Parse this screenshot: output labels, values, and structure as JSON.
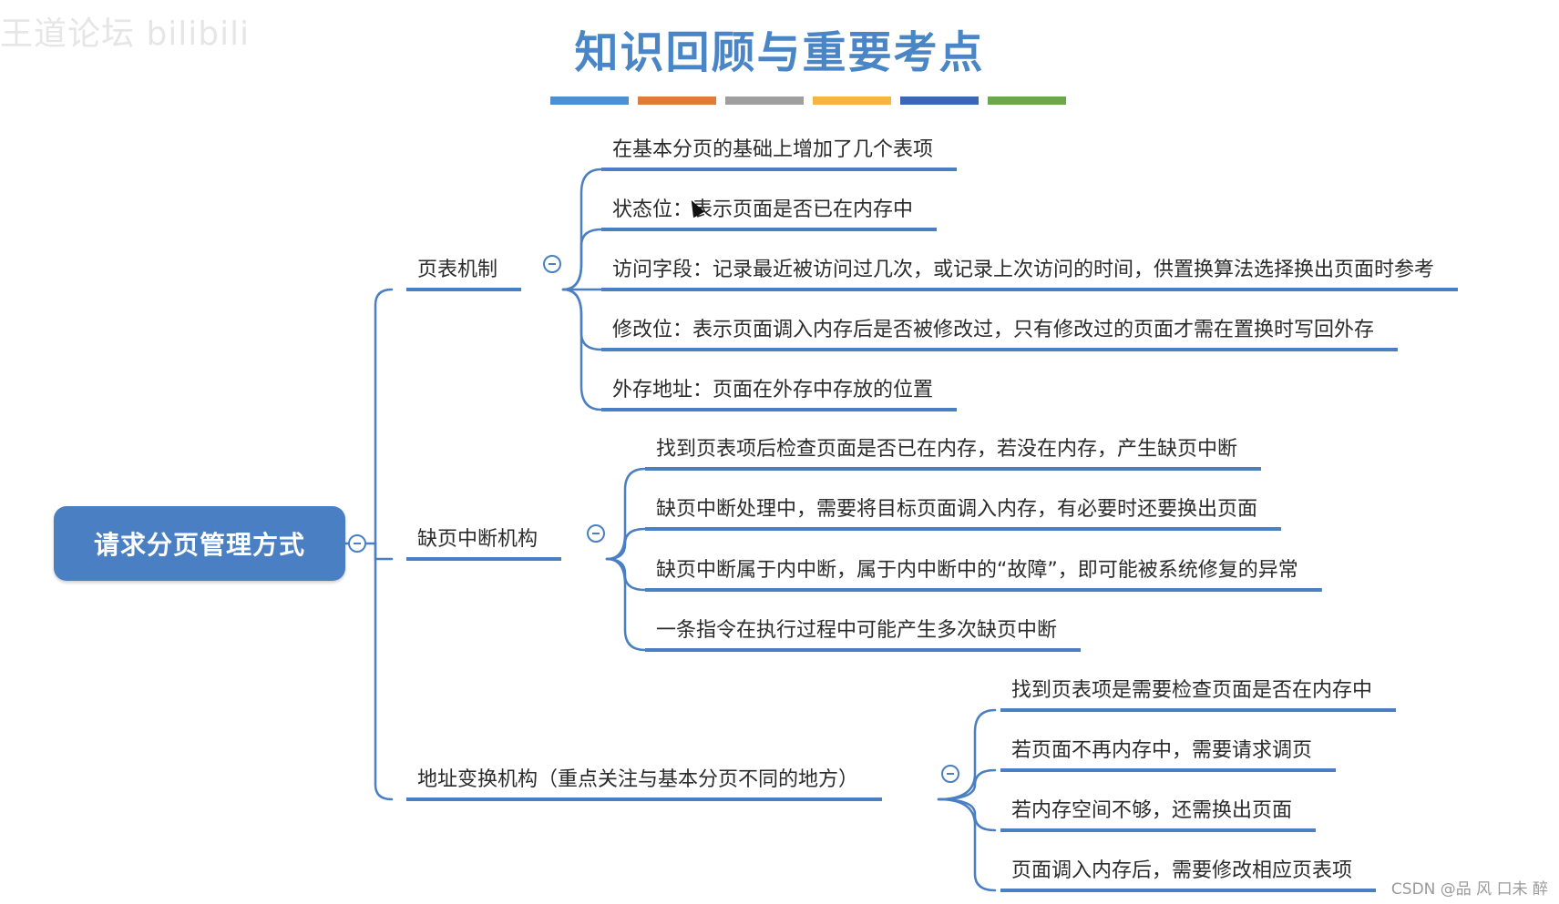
{
  "watermark_top": "王道论坛 bilibili",
  "watermark_bottom": "CSDN @品 风 口未 醉",
  "title": "知识回顾与重要考点",
  "color_bars": [
    "#4f8fcf",
    "#e07b39",
    "#9e9e9e",
    "#f5b63d",
    "#3b68b5",
    "#6aa84f"
  ],
  "root": {
    "label": "请求分页管理方式"
  },
  "branches": [
    {
      "label": "页表机制",
      "items": [
        "在基本分页的基础上增加了几个表项",
        "状态位：表示页面是否已在内存中",
        "访问字段：记录最近被访问过几次，或记录上次访问的时间，供置换算法选择换出页面时参考",
        "修改位：表示页面调入内存后是否被修改过，只有修改过的页面才需在置换时写回外存",
        "外存地址：页面在外存中存放的位置"
      ]
    },
    {
      "label": "缺页中断机构",
      "items": [
        "找到页表项后检查页面是否已在内存，若没在内存，产生缺页中断",
        "缺页中断处理中，需要将目标页面调入内存，有必要时还要换出页面",
        "缺页中断属于内中断，属于内中断中的“故障”，即可能被系统修复的异常",
        "一条指令在执行过程中可能产生多次缺页中断"
      ]
    },
    {
      "label": "地址变换机构（重点关注与基本分页不同的地方）",
      "items": [
        "找到页表项是需要检查页面是否在内存中",
        "若页面不再内存中，需要请求调页",
        "若内存空间不够，还需换出页面",
        "页面调入内存后，需要修改相应页表项"
      ]
    }
  ],
  "line_color": "#4a7fc3"
}
